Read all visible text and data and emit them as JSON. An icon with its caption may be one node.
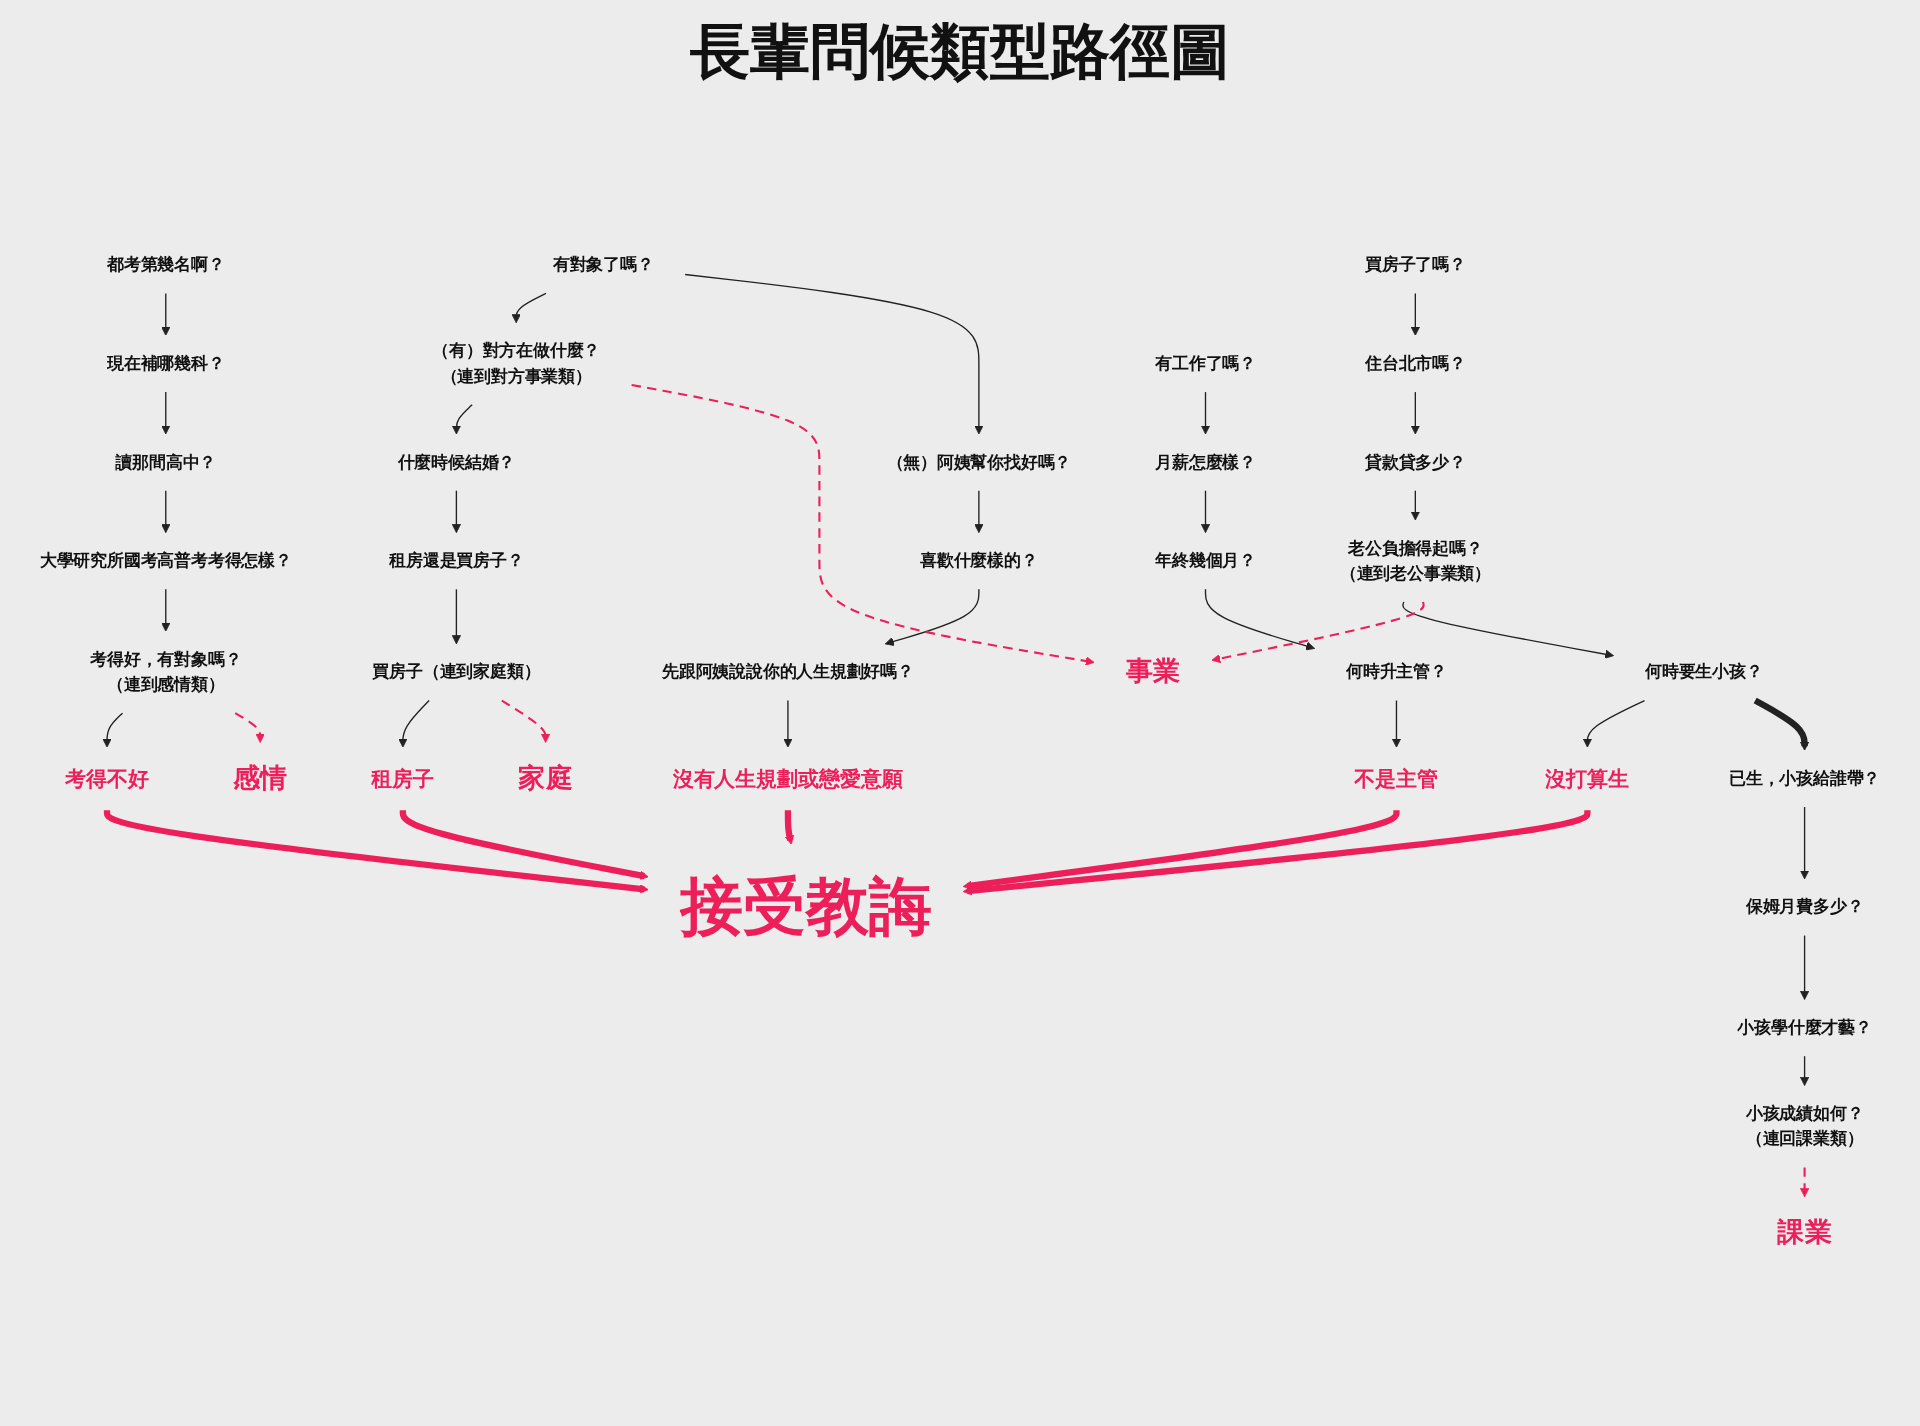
{
  "diagram": {
    "title": "長輩問候類型路徑圖",
    "nodes": [
      {
        "text": [
          "課業"
        ]
      },
      {
        "text": [
          "都考第幾名啊？"
        ]
      },
      {
        "text": [
          "現在補哪幾科？"
        ]
      },
      {
        "text": [
          "讀那間高中？"
        ]
      },
      {
        "text": [
          "大學研究所國考高普考考得怎樣？"
        ]
      },
      {
        "text": [
          "考得好，有對象嗎？",
          "（連到感情類）"
        ]
      },
      {
        "text": [
          "考得不好"
        ]
      },
      {
        "text": [
          "感情"
        ]
      },
      {
        "text": [
          "有對象了嗎？"
        ]
      },
      {
        "text": [
          "（有）對方在做什麼？",
          "（連到對方事業類）"
        ]
      },
      {
        "text": [
          "什麼時候結婚？"
        ]
      },
      {
        "text": [
          "租房還是買房子？"
        ]
      },
      {
        "text": [
          "買房子（連到家庭類）"
        ]
      },
      {
        "text": [
          "租房子"
        ]
      },
      {
        "text": [
          "（無）阿姨幫你找好嗎？"
        ]
      },
      {
        "text": [
          "喜歡什麼樣的？"
        ]
      },
      {
        "text": [
          "先跟阿姨說說你的人生規劃好嗎？"
        ]
      },
      {
        "text": [
          "沒有人生規劃或戀愛意願"
        ]
      },
      {
        "text": [
          "家庭"
        ]
      },
      {
        "text": [
          "買房子了嗎？"
        ]
      },
      {
        "text": [
          "住台北市嗎？"
        ]
      },
      {
        "text": [
          "貸款貸多少？"
        ]
      },
      {
        "text": [
          "老公負擔得起嗎？",
          "（連到老公事業類）"
        ]
      },
      {
        "text": [
          "何時要生小孩？"
        ]
      },
      {
        "text": [
          "沒打算生"
        ]
      },
      {
        "text": [
          "已生，小孩給誰帶？"
        ]
      },
      {
        "text": [
          "保姆月費多少？"
        ]
      },
      {
        "text": [
          "小孩學什麼才藝？"
        ]
      },
      {
        "text": [
          "小孩成績如何？",
          "（連回課業類）"
        ]
      },
      {
        "text": [
          "接受教誨"
        ]
      },
      {
        "text": [
          "事業"
        ]
      },
      {
        "text": [
          "有工作了嗎？"
        ]
      },
      {
        "text": [
          "月薪怎麼樣？"
        ]
      },
      {
        "text": [
          "年終幾個月？"
        ]
      },
      {
        "text": [
          "何時升主管？"
        ]
      },
      {
        "text": [
          "不是主管"
        ]
      }
    ],
    "edges": [
      {
        "from": 1,
        "to": 2,
        "arrow": "to"
      },
      {
        "from": 2,
        "to": 3,
        "arrow": "to"
      },
      {
        "from": 3,
        "to": 4,
        "arrow": "to"
      },
      {
        "from": 4,
        "to": 5,
        "arrow": "to"
      },
      {
        "from": 5,
        "to": 6,
        "arrow": "to"
      },
      {
        "from": 6,
        "to": 29,
        "arrow": "to",
        "style": "thick",
        "color": "#ec1f5a"
      },
      {
        "from": 5,
        "to": 7,
        "arrow": "to",
        "style": "dashed",
        "color": "#ec1f5a"
      },
      {
        "from": 8,
        "to": 9,
        "arrow": "to"
      },
      {
        "from": 8,
        "to": 14,
        "arrow": "to"
      },
      {
        "from": 9,
        "to": 10,
        "arrow": "to"
      },
      {
        "from": 10,
        "to": 11,
        "arrow": "to"
      },
      {
        "from": 11,
        "to": 12,
        "arrow": "to"
      },
      {
        "from": 12,
        "to": 13,
        "arrow": "to"
      },
      {
        "from": 13,
        "to": 29,
        "arrow": "to",
        "style": "thick",
        "color": "#ec1f5a"
      },
      {
        "from": 14,
        "to": 15,
        "arrow": "to"
      },
      {
        "from": 15,
        "to": 16,
        "arrow": "to"
      },
      {
        "from": 16,
        "to": 17,
        "arrow": "to"
      },
      {
        "from": 17,
        "to": 29,
        "arrow": "to",
        "style": "thick",
        "color": "#ec1f5a"
      },
      {
        "from": 9,
        "to": 30,
        "arrow": "to",
        "style": "dashed",
        "color": "#ec1f5a"
      },
      {
        "from": 12,
        "to": 18,
        "arrow": "to",
        "style": "dashed",
        "color": "#ec1f5a"
      },
      {
        "from": 19,
        "to": 20,
        "arrow": "to"
      },
      {
        "from": 20,
        "to": 21,
        "arrow": "to"
      },
      {
        "from": 21,
        "to": 22,
        "arrow": "to"
      },
      {
        "from": 22,
        "to": 23,
        "arrow": "to"
      },
      {
        "from": 23,
        "to": 24,
        "arrow": "to"
      },
      {
        "from": 24,
        "to": 29,
        "arrow": "to",
        "style": "thick",
        "color": "#ec1f5a"
      },
      {
        "from": 23,
        "to": 25,
        "arrow": "to",
        "style": "thick"
      },
      {
        "from": 25,
        "to": 26,
        "arrow": "to"
      },
      {
        "from": 26,
        "to": 27,
        "arrow": "to"
      },
      {
        "from": 27,
        "to": 28,
        "arrow": "to"
      },
      {
        "from": 22,
        "to": 30,
        "arrow": "to",
        "style": "dashed",
        "color": "#ec1f5a"
      },
      {
        "from": 28,
        "to": 0,
        "arrow": "to",
        "style": "dashed",
        "color": "#ec1f5a"
      },
      {
        "from": 31,
        "to": 32,
        "arrow": "to"
      },
      {
        "from": 32,
        "to": 33,
        "arrow": "to"
      },
      {
        "from": 33,
        "to": 34,
        "arrow": "to"
      },
      {
        "from": 34,
        "to": 35,
        "arrow": "to"
      },
      {
        "from": 35,
        "to": 29,
        "arrow": "to",
        "style": "thick",
        "color": "#ec1f5a"
      }
    ]
  }
}
